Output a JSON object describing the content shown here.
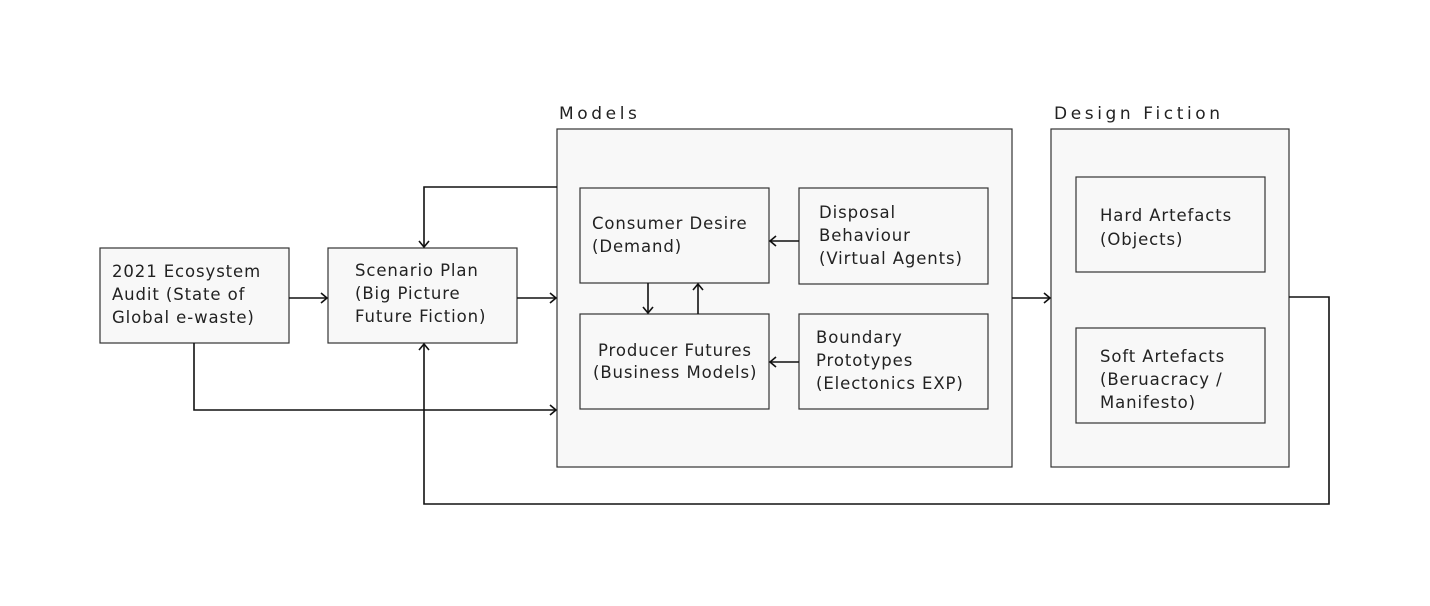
{
  "groups": {
    "models": {
      "title": "Models"
    },
    "design_fiction": {
      "title": "Design Fiction"
    }
  },
  "nodes": {
    "audit": {
      "lines": [
        "2021 Ecosystem",
        "Audit (State of",
        "Global e-waste)"
      ]
    },
    "scenario": {
      "lines": [
        "Scenario Plan",
        "(Big Picture",
        "Future Fiction)"
      ]
    },
    "consumer": {
      "lines": [
        "Consumer Desire",
        "(Demand)"
      ]
    },
    "disposal": {
      "lines": [
        "Disposal",
        "Behaviour",
        "(Virtual Agents)"
      ]
    },
    "producer": {
      "lines": [
        "Producer Futures",
        "(Business Models)"
      ]
    },
    "boundary": {
      "lines": [
        "Boundary",
        "Prototypes",
        "(Electonics EXP)"
      ]
    },
    "hard": {
      "lines": [
        "Hard Artefacts",
        "(Objects)"
      ]
    },
    "soft": {
      "lines": [
        "Soft Artefacts",
        "(Beruacracy /",
        "Manifesto)"
      ]
    }
  },
  "colors": {
    "stroke": "#111111",
    "box_fill": "#f8f8f8",
    "text": "#222222"
  }
}
